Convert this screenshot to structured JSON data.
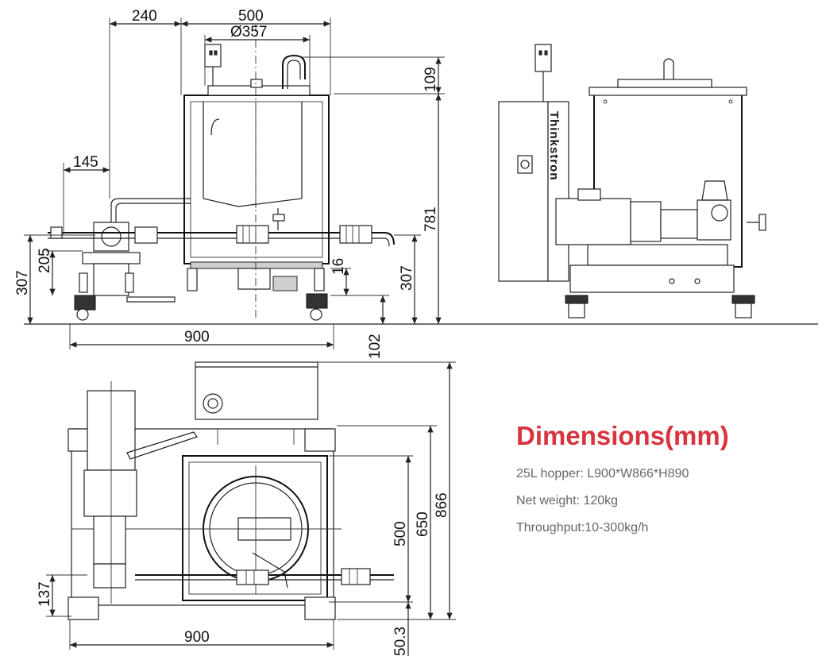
{
  "dimensions": {
    "front_view": [
      "240",
      "500",
      "Ø357",
      "109",
      "145",
      "781",
      "307",
      "205",
      "16",
      "307",
      "900",
      "102"
    ],
    "top_view": [
      "866",
      "650",
      "500",
      "137",
      "900",
      "50.3"
    ]
  },
  "side_view": {
    "brand_text": "Thinkstron"
  },
  "info": {
    "title": "Dimensions(mm)",
    "specs": [
      "25L hopper: L900*W866*H890",
      "Net weight: 120kg",
      "Throughput:10-300kg/h"
    ]
  },
  "colors": {
    "title_red": "#d8343f",
    "spec_gray": "#666666",
    "line": "#222222"
  }
}
